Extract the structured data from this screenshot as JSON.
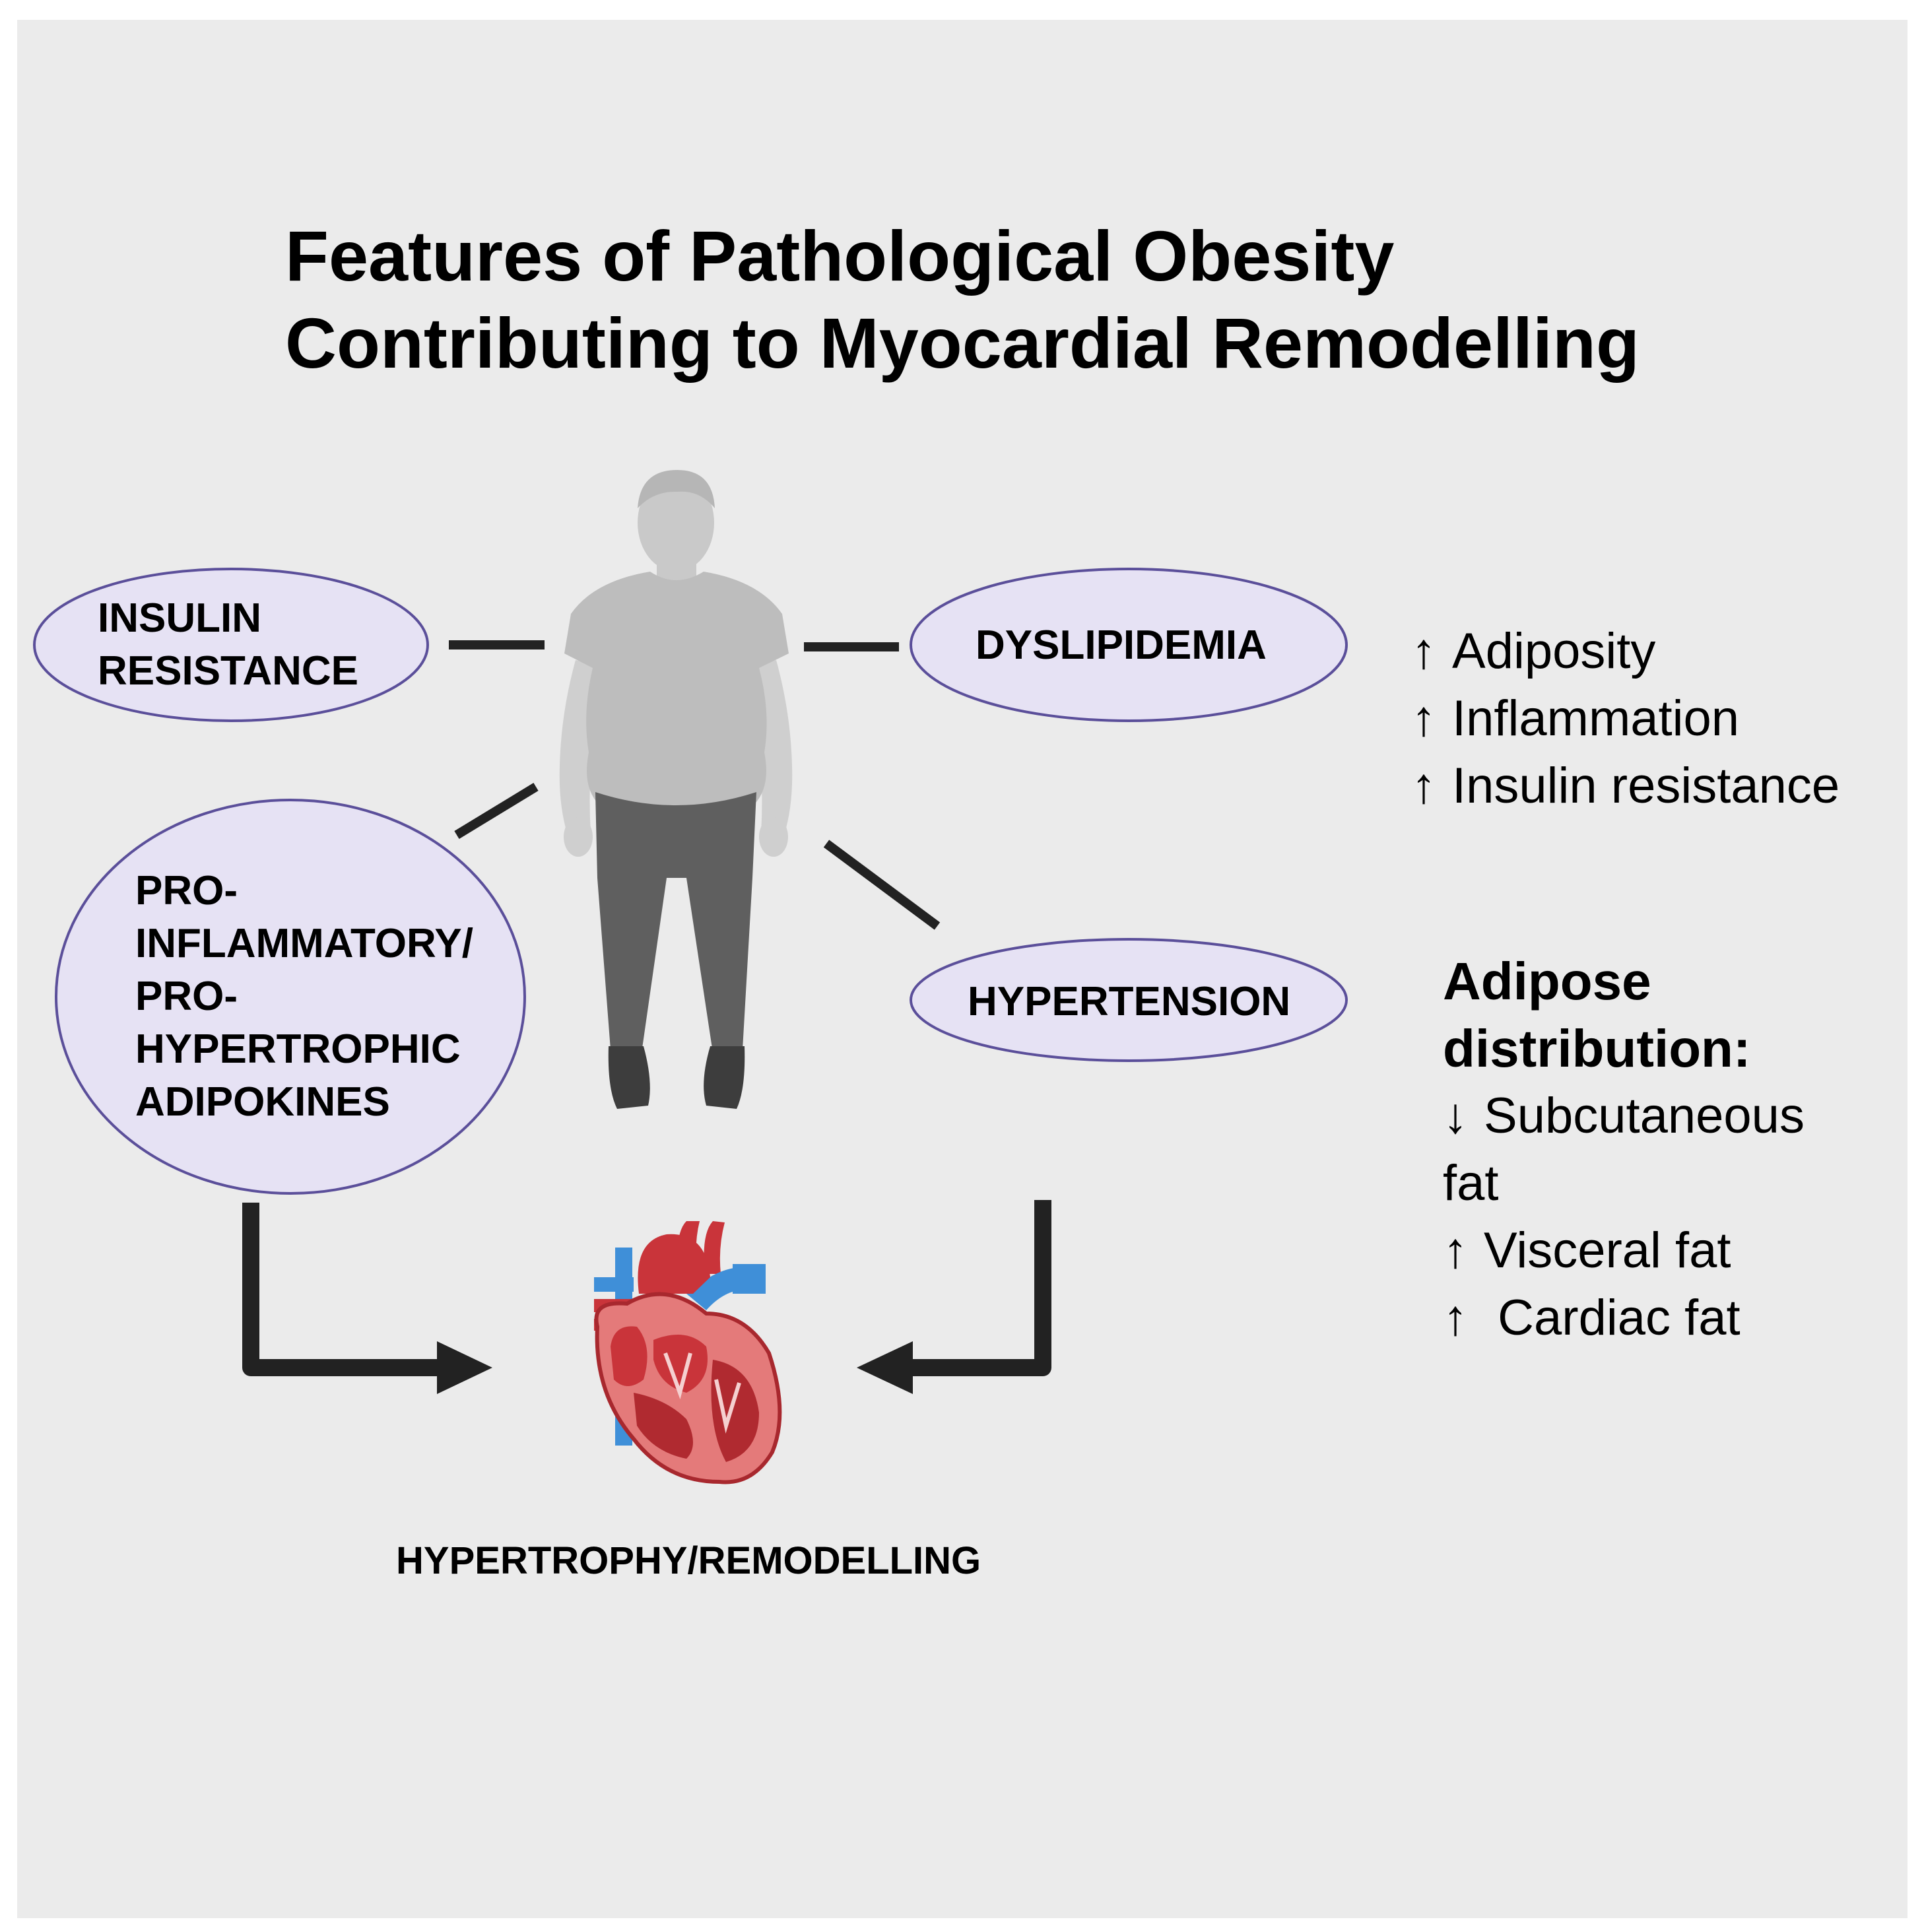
{
  "title": {
    "line1": "Features of Pathological Obesity",
    "line2": "Contributing to Myocardial Remodelling"
  },
  "factors": {
    "insulin_resistance": {
      "line1": "INSULIN",
      "line2": "RESISTANCE"
    },
    "dyslipidemia": "DYSLIPIDEMIA",
    "adipokines": {
      "line1": "PRO-",
      "line2": "INFLAMMATORY/",
      "line3": "PRO-",
      "line4": "HYPERTROPHIC",
      "line5": "ADIPOKINES"
    },
    "hypertension": "HYPERTENSION"
  },
  "effects": {
    "arrow": "↑",
    "items": [
      "Adiposity",
      "Inflammation",
      "Insulin resistance"
    ]
  },
  "distribution": {
    "heading_line1": "Adipose",
    "heading_line2": "distribution:",
    "items": [
      {
        "arrow": "↓",
        "label": "Subcutaneous"
      },
      {
        "arrow": "",
        "label": "fat"
      },
      {
        "arrow": "↑",
        "label": "Visceral fat"
      },
      {
        "arrow": "↑",
        "label": " Cardiac fat"
      }
    ]
  },
  "outcome": "HYPERTROPHY/REMODELLING",
  "icons": {
    "person": "obese-person-icon",
    "heart": "anatomical-heart-icon"
  },
  "colors": {
    "background": "#ebebeb",
    "oval_fill": "#e6e2f4",
    "oval_stroke": "#5b4f9a",
    "connector": "#222222",
    "heart_red": "#c9343a",
    "heart_light": "#e47a7a",
    "vessel_blue": "#3f8fd8",
    "shirt": "#bdbdbd",
    "pants": "#5f5f5f"
  }
}
